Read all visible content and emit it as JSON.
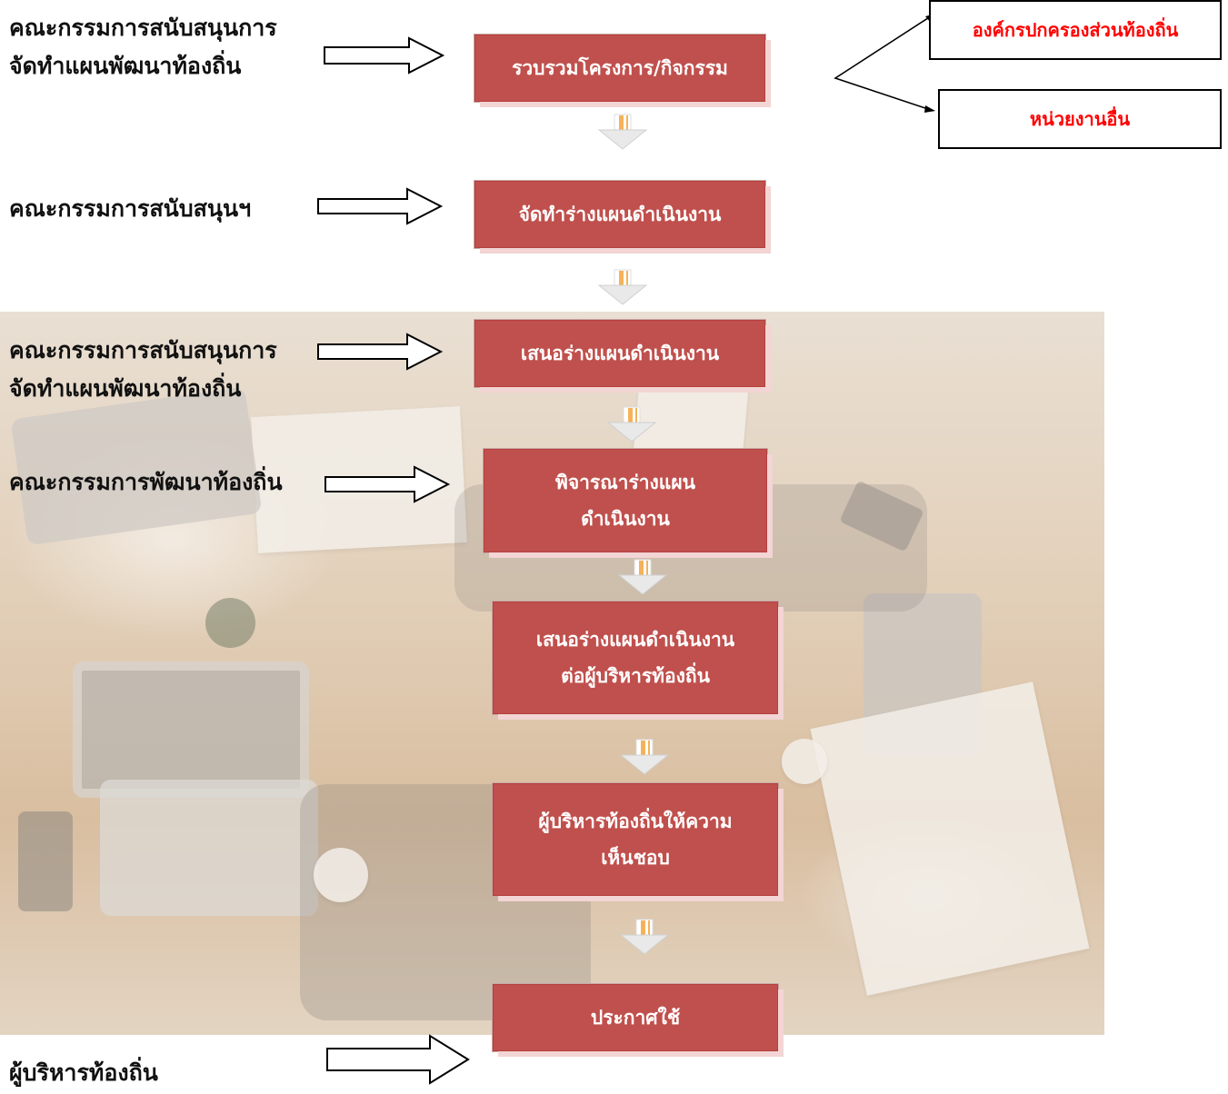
{
  "steps": [
    {
      "text": "รวบรวมโครงการ/กิจกรรม"
    },
    {
      "text": "จัดทำร่างแผนดำเนินงาน"
    },
    {
      "text": "เสนอร่างแผนดำเนินงาน"
    },
    {
      "line1": "พิจารณาร่างแผน",
      "line2": "ดำเนินงาน"
    },
    {
      "line1": "เสนอร่างแผนดำเนินงาน",
      "line2": "ต่อผู้บริหารท้องถิ่น"
    },
    {
      "line1": "ผู้บริหารท้องถิ่นให้ความ",
      "line2": "เห็นชอบ"
    },
    {
      "text": "ประกาศใช้"
    }
  ],
  "actors": [
    {
      "line1": "คณะกรรมการสนับสนุนการ",
      "line2": "จัดทำแผนพัฒนาท้องถิ่น"
    },
    {
      "line1": "คณะกรรมการสนับสนุนฯ"
    },
    {
      "line1": "คณะกรรมการสนับสนุนการ",
      "line2": "จัดทำแผนพัฒนาท้องถิ่น"
    },
    {
      "line1": "คณะกรรมการพัฒนาท้องถิ่น"
    },
    {
      "line1": "ผู้บริหารท้องถิ่น"
    }
  ],
  "sources": [
    {
      "text": "องค์กรปกครองส่วนท้องถิ่น"
    },
    {
      "text": "หน่วยงานอื่น"
    }
  ],
  "colors": {
    "box_fill": "#c0504d",
    "box_text": "#ffffff",
    "source_text": "#ff0000",
    "down_arrow": "#f5b25a"
  }
}
